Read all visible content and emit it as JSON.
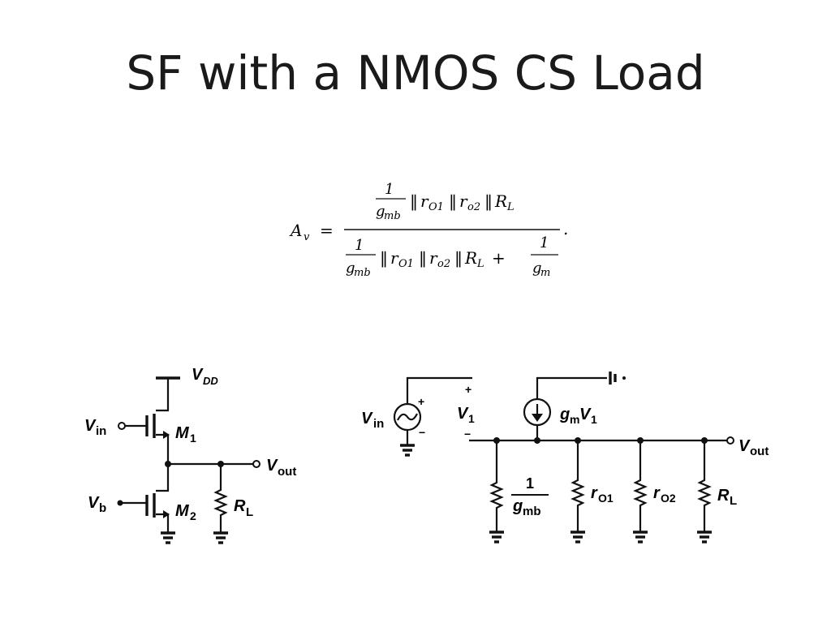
{
  "slide": {
    "title": "SF with a NMOS CS Load"
  },
  "equation": {
    "lhs": "A",
    "lhs_sub": "v",
    "equals": "=",
    "one": "1",
    "g": "g",
    "mb": "mb",
    "m": "m",
    "r_o1_r": "r",
    "r_o1_sub": "O1",
    "r_o2_r": "r",
    "r_o2_sub": "o2",
    "R": "R",
    "L": "L",
    "par": "‖",
    "plus": "+",
    "period": "."
  },
  "circuit_left": {
    "vdd": "V",
    "vdd_sub": "DD",
    "vin": "V",
    "vin_sub": "in",
    "m1": "M",
    "m1_sub": "1",
    "vout": "V",
    "vout_sub": "out",
    "vb": "V",
    "vb_sub": "b",
    "m2": "M",
    "m2_sub": "2",
    "rl": "R",
    "rl_sub": "L"
  },
  "circuit_right": {
    "vin": "V",
    "vin_sub": "in",
    "src_plus": "+",
    "src_minus": "−",
    "v1_plus": "+",
    "v1": "V",
    "v1_sub": "1",
    "v1_minus": "−",
    "gm": "g",
    "gm_sub": "m",
    "gm_v": "V",
    "gm_v_sub": "1",
    "one": "1",
    "gmb": "g",
    "gmb_sub": "mb",
    "ro1": "r",
    "ro1_sub": "O1",
    "ro2": "r",
    "ro2_sub": "O2",
    "rl": "R",
    "rl_sub": "L",
    "vout": "V",
    "vout_sub": "out"
  }
}
